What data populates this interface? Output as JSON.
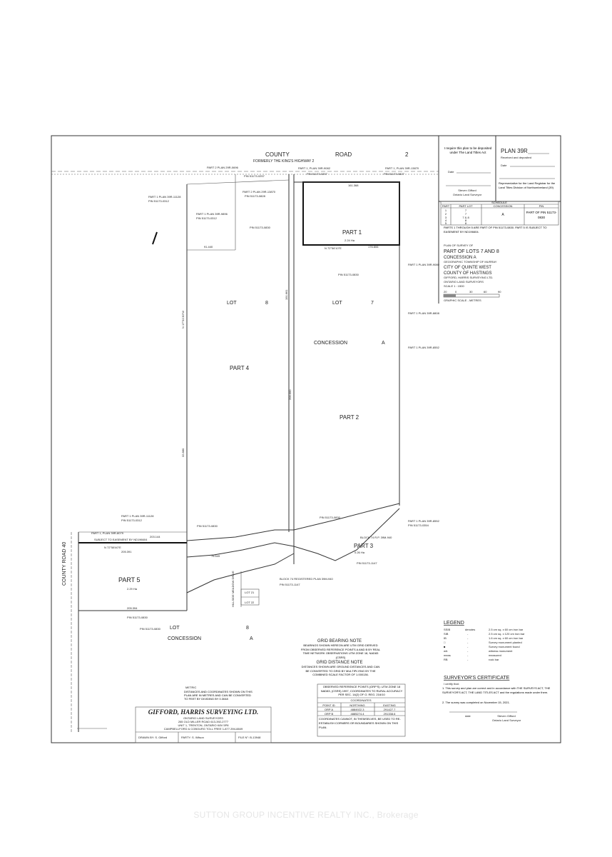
{
  "road_top": {
    "county": "COUNTY",
    "road": "ROAD",
    "number": "2",
    "formerly": "FORMERLY THE KING'S HIGHWAY 2"
  },
  "road_left": {
    "label": "COUNTY ROAD 40"
  },
  "parts": {
    "part1": "PART 1",
    "part1_area": "2.24 Ha",
    "part2": "PART 2",
    "part3": "PART 3",
    "part3_area": "0.26 Ha",
    "part4": "PART 4",
    "part5": "PART 5",
    "part5_area": "2.29 Ha"
  },
  "lots": {
    "lot8": "LOT",
    "lot8_num": "8",
    "lot7": "LOT",
    "lot7_num": "7",
    "concession": "CONCESSION",
    "concession_letter": "A",
    "lot_bottom": "LOT",
    "lot_bottom_num": "8",
    "concession_bottom": "CONCESSION",
    "concession_bottom_letter": "A"
  },
  "pins": {
    "main": "PIN 51173-0830",
    "p0312": "PIN 51173-0312",
    "p0257": "PIN 51173-0257",
    "p0827": "PIN 51173-0827",
    "p0828": "PIN 51173-0828",
    "p1147": "PIN 51173-1147",
    "p0354": "PIN 51173-0354"
  },
  "plans": {
    "plan_0696": "PART 2 PLAN 29R-0696",
    "plan_13870": "PART 2 PLAN 29R-13870",
    "plan_9082": "PART 1, PLAN 39R-9082",
    "plan_13870b": "PART 1, PLAN 39R-13870",
    "plan_11128": "PART 1 PLAN 39R-11128",
    "plan_9896": "PART 1 PLAN 39R-9896",
    "plan_9080": "PART 1 PLAN 39R-9080",
    "plan_8808": "PART 1 PLAN 39R-8808",
    "plan_8552": "PART 1 PLAN 39R-8552",
    "plan_8079": "PART 1, PLAN 39R-8079",
    "block74": "BLOCK 74 REGISTERED PLAN 39M-940",
    "block74b": "BLOCK 74 R.P. 39M-940",
    "easement": "SUBJECT TO EASEMENT BY ND196604",
    "hillside": "HILLSIDE MEADOW DRIVE",
    "lot21": "LOT 21",
    "lot22": "LOT 22"
  },
  "measures": [
    "N 72°56'10\"E",
    "161.368",
    "176.806",
    "91.440",
    "203.144",
    "205.391",
    "205.394",
    "N 72°58'40\"E",
    "N 17°31'30\"W",
    "200.000",
    "191.661",
    "75.549",
    "32.880"
  ],
  "title_block": {
    "deposit_text": "I require this plan to be deposited under The Land Titles Act",
    "date_label": "Date",
    "surveyor_name": "Steven Gifford",
    "surveyor_title": "Ontario Land Surveyor",
    "plan_label": "PLAN 39R",
    "received": "Received and deposited",
    "representative": "Representative for the Land Registrar for the Land Titles Division of Northumberland (39)",
    "schedule_title": "SCHEDULE",
    "schedule_headers": [
      "PART",
      "PART LOT",
      "CONCESSION",
      "PIN"
    ],
    "schedule_rows": [
      [
        "1",
        "7",
        "",
        ""
      ],
      [
        "2",
        "7",
        "",
        ""
      ],
      [
        "3",
        "7 & 8",
        "A",
        "PART OF PIN 51173-0830"
      ],
      [
        "4",
        "8",
        "",
        ""
      ],
      [
        "5",
        "8",
        "",
        ""
      ]
    ],
    "parts_note": "PARTS 1 THROUGH 5 ARE PART OF PIN 51173-0830. PART 5 IS SUBJECT TO EASEMENT BY ND196604.",
    "plan_of_survey": "PLAN OF SURVEY OF",
    "part_of_lots": "PART OF LOTS 7 AND 8",
    "concession": "CONCESSION A",
    "geo_township": "GEOGRAPHIC TOWNSHIP OF MURRAY",
    "city": "CITY OF QUINTE WEST",
    "county": "COUNTY OF HASTINGS",
    "firm": "GIFFORD, HARRIS SURVEYING LTD.",
    "firm_sub": "ONTARIO LAND SURVEYORS",
    "scale": "SCALE 1 : 1500",
    "scale_ticks": [
      "20",
      "0",
      "30",
      "60",
      "90"
    ],
    "graphic_scale": "GRAPHIC SCALE - METRES"
  },
  "legend": {
    "title": "LEGEND",
    "rows": [
      [
        "SSIB",
        "denotes",
        "2.5 cm sq. x 60 cm iron bar"
      ],
      [
        "SIB",
        "-",
        "2.5 cm sq. x 120 cm iron bar"
      ],
      [
        "IB",
        "-",
        "1.6 cm sq. x 60 cm iron bar"
      ],
      [
        "□",
        "-",
        "Survey monument planted"
      ],
      [
        "■",
        "-",
        "Survey monument found"
      ],
      [
        "wit.",
        "-",
        "witness monument"
      ],
      [
        "meas",
        "-",
        "measured"
      ],
      [
        "RB",
        "-",
        "rock bar"
      ]
    ]
  },
  "certificate": {
    "title": "SURVEYOR'S CERTIFICATE",
    "intro": "I certify that:",
    "item1": "1. This survey and plan are correct and in accordance with THE SURVEYS ACT, THE SURVEYOR'S ACT, THE LAND TITLES ACT and the regulations made under them.",
    "item2": "2. The survey was completed on November 15, 2021.",
    "date": "date",
    "name": "Steven Gifford",
    "title2": "Ontario Land Surveyor"
  },
  "notes": {
    "bearing_title": "GRID BEARING NOTE",
    "bearing_text": "BEARINGS SHOWN HEREON ARE UTM GRID DERIVED FROM OBSERVED REFERENCE POINTS A AND B BY REAL TIME NETWORK OBSERVATIONS UTM ZONE 18, NAD83 (CSRS)",
    "distance_title": "GRID DISTANCE NOTE",
    "distance_text": "DISTANCES SHOWN ARE GROUND DISTANCES AND CAN BE CONVERTED TO GRID BY MULTIPLYING BY THE COMBINED SCALE FACTOR OF 1.000136.",
    "metric_title": "METRIC",
    "metric_text": "DISTANCES AND COORDINATES SHOWN ON THIS PLAN ARE IN METRES AND CAN BE CONVERTED TO FEET BY DIVIDING BY 0.3048"
  },
  "coords": {
    "intro": "OBSERVED REFERENCE POINTS (ORP'S): UTM ZONE 18 NAD83, (CSRS) 1997, COORDINATES TO RURAL ACCURACY PER SEC. 14(2) OF O. REG. 216/10",
    "title": "COORDINATES",
    "headers": [
      "POINT ID",
      "NORTHING",
      "EASTING"
    ],
    "rows": [
      [
        "ORP A",
        "4884922.3",
        "291427.7"
      ],
      [
        "ORP B",
        "4885274.4",
        "291338.6"
      ]
    ],
    "footer": "COORDINATES CANNOT, IN THEMSELVES, BE USED TO RE-ESTABLISH CORNERS OR BOUNDARIES SHOWN ON THIS PLAN."
  },
  "firm_block": {
    "name": "GIFFORD, HARRIS SURVEYING LTD.",
    "sub": "ONTARIO LAND SURVEYORS",
    "addr1": "265 OLD MILLER ROAD  613-392-2777",
    "addr2": "UNIT 1, TRENTON, ONTARIO K8V 5P8",
    "addr3": "CAMPBELLFORD & COBOURG TOLL FREE 1-877-394-8849",
    "drawn": "DRAWN BY: S. Gifford",
    "party": "PARTY: S. Wilson",
    "file": "FILE N°: B-13948"
  },
  "watermark": "SUTTON GROUP INCENTIVE REALTY INC., Brokerage"
}
